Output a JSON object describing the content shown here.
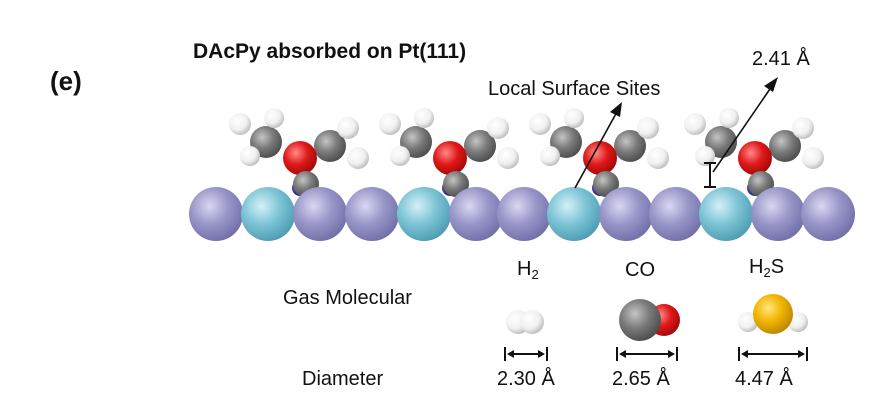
{
  "figure": {
    "panel_label": "(e)",
    "title": "DAcPy absorbed on Pt(111)",
    "callouts": {
      "local_surface_sites": "Local Surface Sites",
      "distance": "2.41 Å"
    },
    "rows": {
      "gas_molecular": "Gas Molecular",
      "diameter": "Diameter"
    },
    "gases": [
      {
        "name_main": "H",
        "name_sub": "2",
        "name_tail": "",
        "diameter": "2.30 Å"
      },
      {
        "name_main": "CO",
        "name_sub": "",
        "name_tail": "",
        "diameter": "2.65 Å"
      },
      {
        "name_main": "H",
        "name_sub": "2",
        "name_tail": "S",
        "diameter": "4.47 Å"
      }
    ],
    "colors": {
      "pt_atom": "#9896c8",
      "local_site_atom": "#7cc4d6",
      "oxygen": "#e01818",
      "carbon": "#7a7a7a",
      "hydrogen": "#f2f2f2",
      "sulfur": "#f0b400",
      "nitrogen": "#2828a0"
    }
  }
}
